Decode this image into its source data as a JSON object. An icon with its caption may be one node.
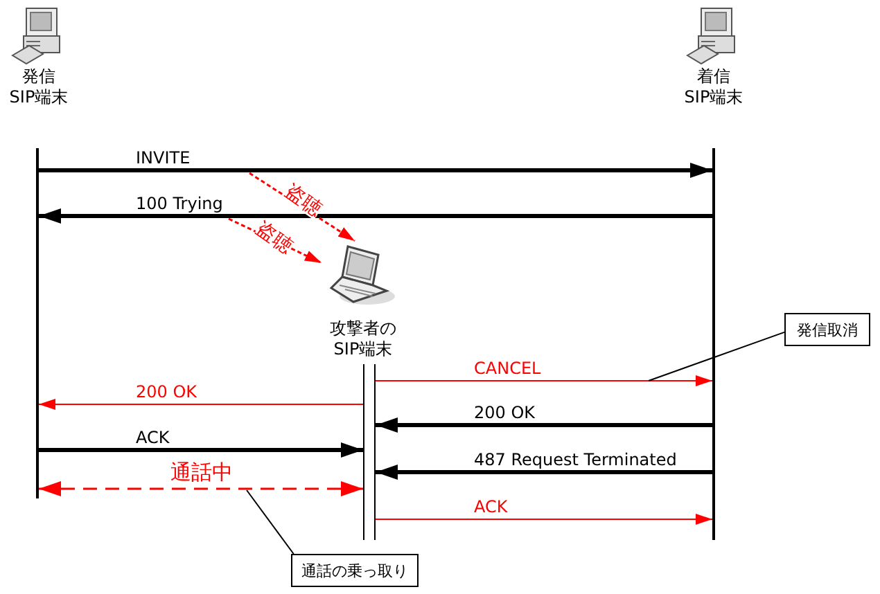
{
  "diagram": {
    "nodes": [
      {
        "text": [
          "発信 SIP端末"
        ]
      },
      {
        "text": [
          "着信 SIP端末"
        ]
      },
      {
        "text": [],
        "shape": "bar"
      },
      {
        "text": [],
        "shape": "bar"
      },
      {
        "text": [
          "攻撃者の SIP端末"
        ]
      },
      {
        "text": [],
        "shape": "bar"
      },
      {
        "text": [
          "発信取消"
        ]
      },
      {
        "text": [
          "通話の乗っ取り"
        ]
      }
    ],
    "edges": [
      {
        "from": 2,
        "to": 3,
        "arrow": "to",
        "label": "INVITE",
        "style": "thick"
      },
      {
        "from": 3,
        "to": 2,
        "arrow": "to",
        "label": "100 Trying",
        "style": "thick"
      },
      {
        "from": null,
        "to": 4,
        "arrow": "to",
        "label": "盗聴",
        "style": "dashed",
        "color": "#ff0000"
      },
      {
        "from": null,
        "to": 4,
        "arrow": "to",
        "label": "盗聴",
        "style": "dashed",
        "color": "#ff0000"
      },
      {
        "from": 5,
        "to": 3,
        "arrow": "to",
        "label": "CANCEL",
        "color": "#ff0000"
      },
      {
        "from": 5,
        "to": 2,
        "arrow": "to",
        "label": "200 OK",
        "color": "#ff0000"
      },
      {
        "from": 3,
        "to": 5,
        "arrow": "to",
        "label": "200 OK",
        "style": "thick"
      },
      {
        "from": 2,
        "to": 5,
        "arrow": "to",
        "label": "ACK",
        "style": "thick"
      },
      {
        "from": 3,
        "to": 5,
        "arrow": "to",
        "label": "487 Request Terminated",
        "style": "thick"
      },
      {
        "from": 2,
        "to": 5,
        "arrow": "both",
        "label": "通話中",
        "style": "dashed",
        "color": "#ff0000"
      },
      {
        "from": 5,
        "to": 3,
        "arrow": "to",
        "label": "ACK",
        "color": "#ff0000"
      },
      {
        "from": 6,
        "to": null,
        "arrow": "none"
      },
      {
        "from": 7,
        "to": null,
        "arrow": "none"
      }
    ]
  }
}
